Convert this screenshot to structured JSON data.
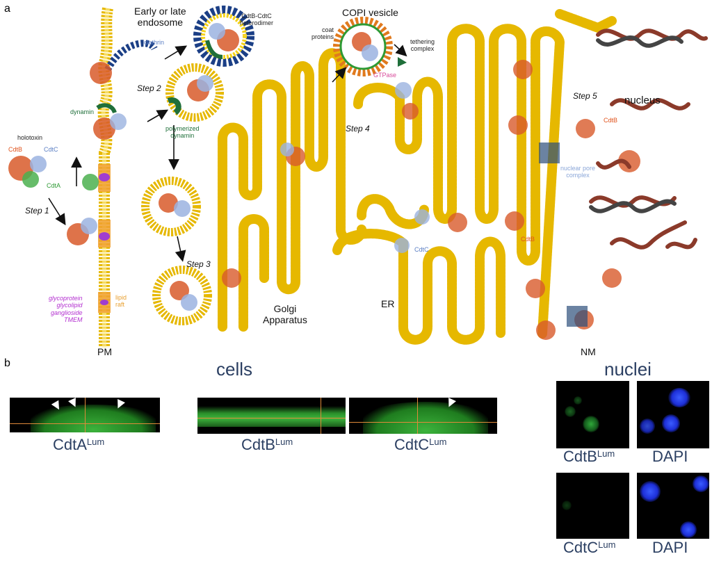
{
  "panel_a": {
    "letter": "a",
    "labels": {
      "early_late_endosome": "Early or late\nendosome",
      "cdtb_cdtc_heterodimer": "CdtB-CdtC\nheterodimer",
      "clathrin": "clathrin",
      "copi_vesicle": "COPI vesicle",
      "coat_proteins": "coat\nproteins",
      "tethering_complex": "tethering\ncomplex",
      "gtpase": "GTPase",
      "step2": "Step 2",
      "dynamin": "dynamin",
      "polymerized_dynamin": "polymerized\ndynamin",
      "holotoxin": "holotoxin",
      "cdtb": "CdtB",
      "cdtc": "CdtC",
      "cdta": "CdtA",
      "step1": "Step 1",
      "step3": "Step 3",
      "step4": "Step 4",
      "step5": "Step 5",
      "nucleus": "nucleus",
      "cdtb_nuc": "CdtB",
      "nuclear_pore_complex": "nuclear pore\ncomplex",
      "cdtb_er": "CdtB",
      "cdtc_er": "CdtC",
      "glycoprotein_list": "glycoprotein\nglycolipid\nganglioside\nTMEM",
      "lipid_raft": "lipid\nraft",
      "golgi": "Golgi\nApparatus",
      "er": "ER",
      "pm": "PM",
      "nm": "NM"
    }
  },
  "panel_b": {
    "letter": "b",
    "cells_title": "cells",
    "nuclei_title": "nuclei",
    "cells": [
      {
        "name": "CdtA",
        "sup": "Lum"
      },
      {
        "name": "CdtB",
        "sup": "Lum"
      },
      {
        "name": "CdtC",
        "sup": "Lum"
      }
    ],
    "nuclei": [
      {
        "name": "CdtB",
        "sup": "Lum"
      },
      {
        "name": "DAPI",
        "sup": ""
      },
      {
        "name": "CdtC",
        "sup": "Lum"
      },
      {
        "name": "DAPI",
        "sup": ""
      }
    ]
  }
}
